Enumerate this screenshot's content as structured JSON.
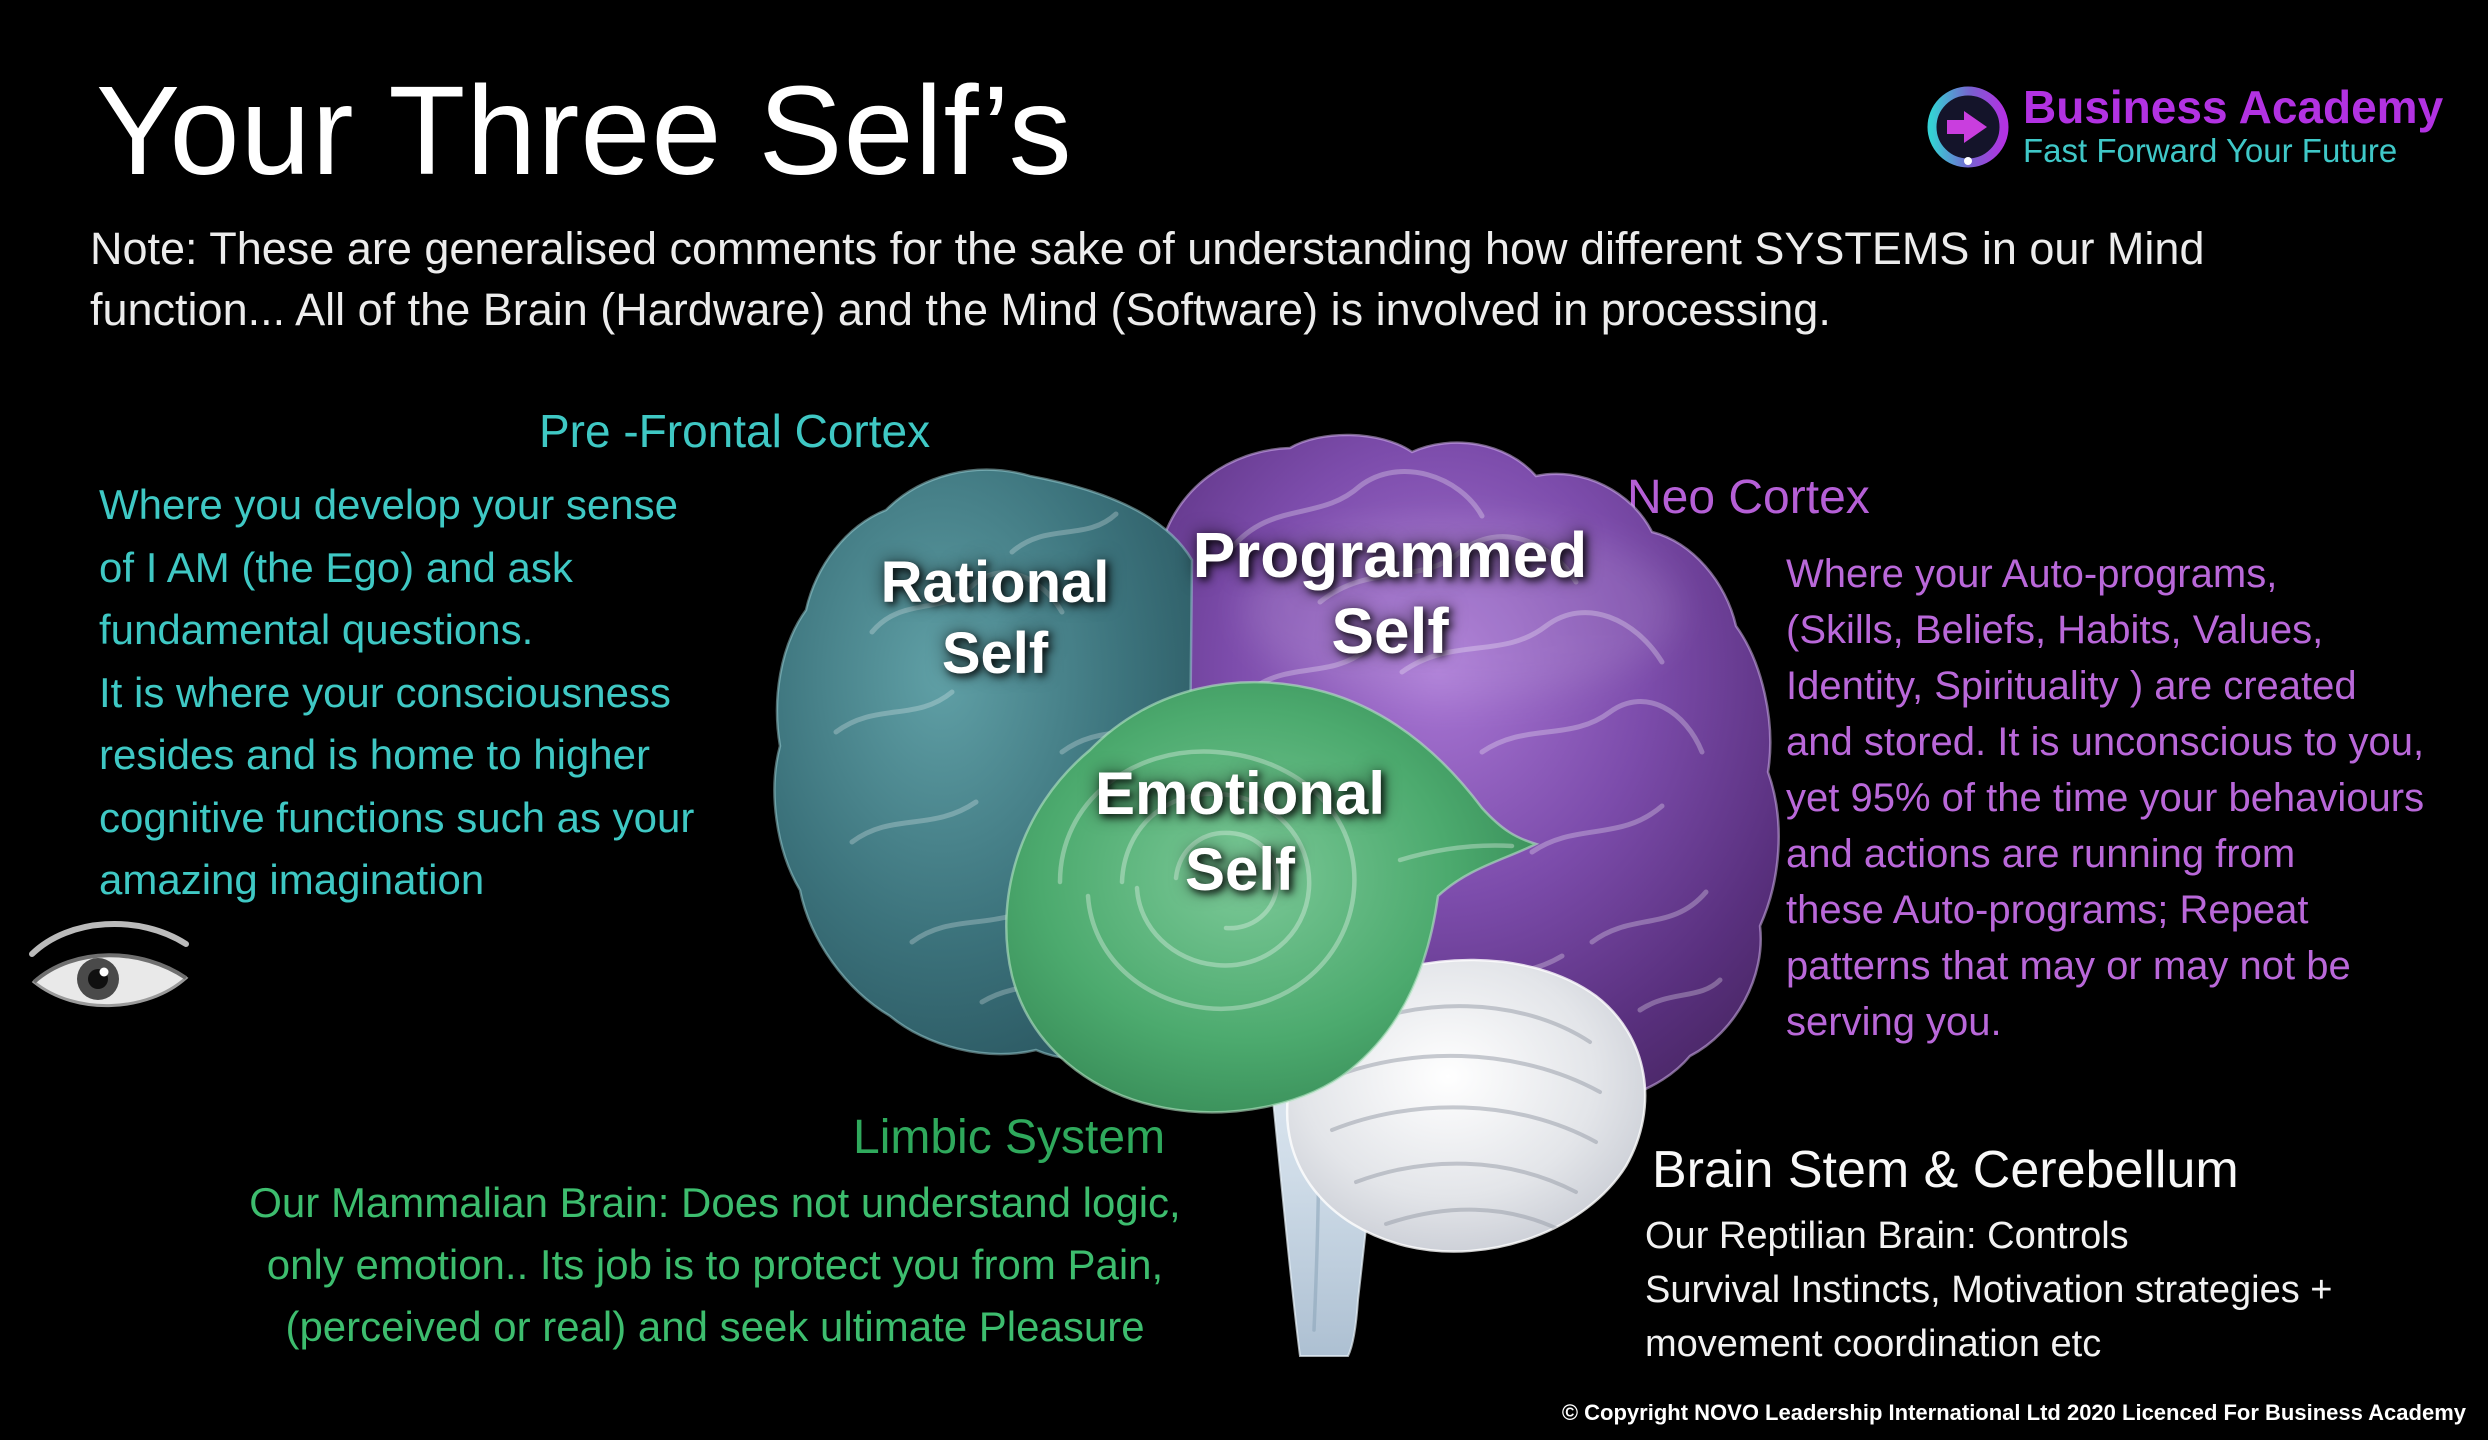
{
  "slide": {
    "title": "Your Three Self’s",
    "note": "Note: These are generalised comments for the sake of understanding how different SYSTEMS in our Mind\nfunction... All of the Brain (Hardware) and the Mind (Software) is involved in processing.",
    "copyright": "© Copyright NOVO Leadership International Ltd 2020 Licenced For Business Academy"
  },
  "logo": {
    "name": "Business Academy",
    "tagline": "Fast Forward Your Future",
    "name_color": "#b232e2",
    "tagline_color": "#3fc8c8"
  },
  "regions": {
    "prefrontal": {
      "label": "Pre -Frontal Cortex",
      "color": "#3fc8c4",
      "description": "Where you develop your sense\nof I AM (the Ego) and ask\nfundamental  questions.\nIt is where your consciousness\nresides and is home to higher\ncognitive functions such as your\namazing imagination"
    },
    "neocortex": {
      "label": "Neo Cortex",
      "color": "#b55fd6",
      "description": "Where your Auto-programs,\n(Skills, Beliefs, Habits, Values,\nIdentity, Spirituality ) are created\nand stored. It is unconscious to you,\nyet 95% of the time your behaviours\nand actions are running from\nthese Auto-programs; Repeat\npatterns that may or may not be\nserving you."
    },
    "limbic": {
      "label": "Limbic System",
      "color": "#2fa95c",
      "description": "Our Mammalian Brain: Does not understand logic,\nonly emotion.. Its job is to protect you from Pain,\n(perceived or real)  and seek ultimate Pleasure"
    },
    "brainstem": {
      "label": "Brain Stem & Cerebellum",
      "color": "#f5f5f5",
      "description": "Our Reptilian Brain: Controls\nSurvival Instincts, Motivation strategies +\nmovement coordination etc"
    }
  },
  "brain": {
    "labels": {
      "rational": "Rational\nSelf",
      "programmed": "Programmed\nSelf",
      "emotional": "Emotional\nSelf"
    },
    "colors": {
      "prefrontal_fill": "#3c737c",
      "neocortex_fill": "#7c4cab",
      "limbic_fill": "#4caa6e",
      "cerebellum_fill": "#e3e5e9"
    }
  }
}
